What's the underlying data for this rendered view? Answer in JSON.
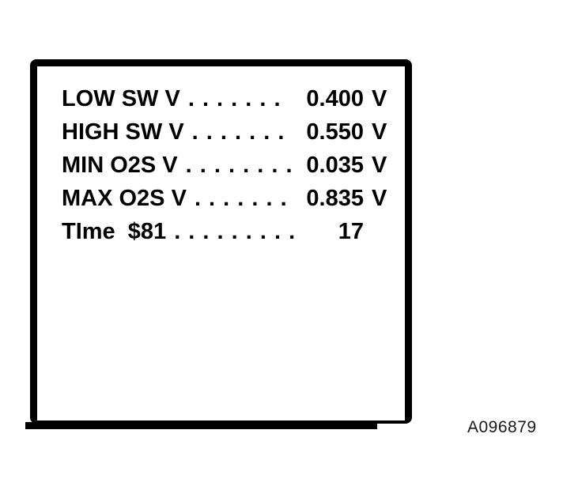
{
  "display": {
    "rows": [
      {
        "label": "LOW SW V",
        "dots": ". . . . . . .",
        "value": "0.400",
        "unit": "V"
      },
      {
        "label": "HIGH SW V",
        "dots": ". . . . . . .",
        "value": "0.550",
        "unit": "V"
      },
      {
        "label": "MIN O2S V",
        "dots": ". . . . . . . .",
        "value": "0.035",
        "unit": "V"
      },
      {
        "label": "MAX O2S V",
        "dots": ". . . . . . .",
        "value": "0.835",
        "unit": "V"
      },
      {
        "label": "TIme  $81",
        "dots": ". . . . . . . . . . . . .",
        "value": "17",
        "unit": ""
      }
    ]
  },
  "figure": {
    "reference": "A096879"
  },
  "colors": {
    "ink": "#000000",
    "background": "#ffffff"
  }
}
